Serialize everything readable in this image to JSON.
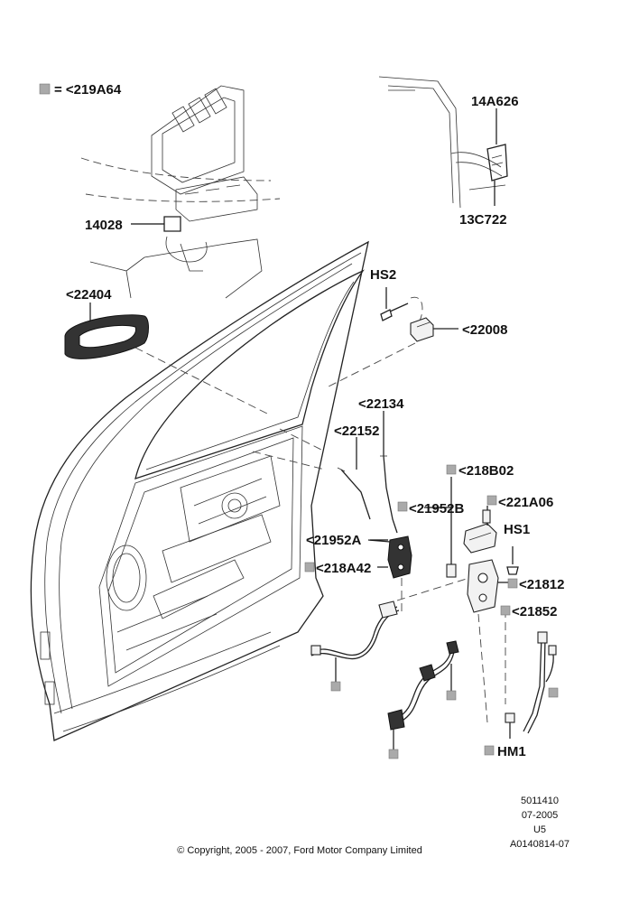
{
  "legend": {
    "text": "= <219A64"
  },
  "labels": {
    "l14A626": "14A626",
    "l13C722": "13C722",
    "l14028": "14028",
    "l22404": "<22404",
    "lHS2": "HS2",
    "l22008": "<22008",
    "l22134": "<22134",
    "l22152": "<22152",
    "l218B02": "<218B02",
    "l21952B": "<21952B",
    "l221A06": "<221A06",
    "l21952A": "<21952A",
    "lHS1": "HS1",
    "l218A42": "<218A42",
    "l21812": "<21812",
    "l21852": "<21852",
    "lHM1": "HM1"
  },
  "footer": {
    "code1": "5011410",
    "date": "07-2005",
    "variant": "U5",
    "ref": "A0140814-07",
    "copyright": "© Copyright, 2005 - 2007, Ford Motor Company Limited"
  },
  "colors": {
    "line": "#222222",
    "marker": "#aaaaaa",
    "text": "#111111"
  }
}
